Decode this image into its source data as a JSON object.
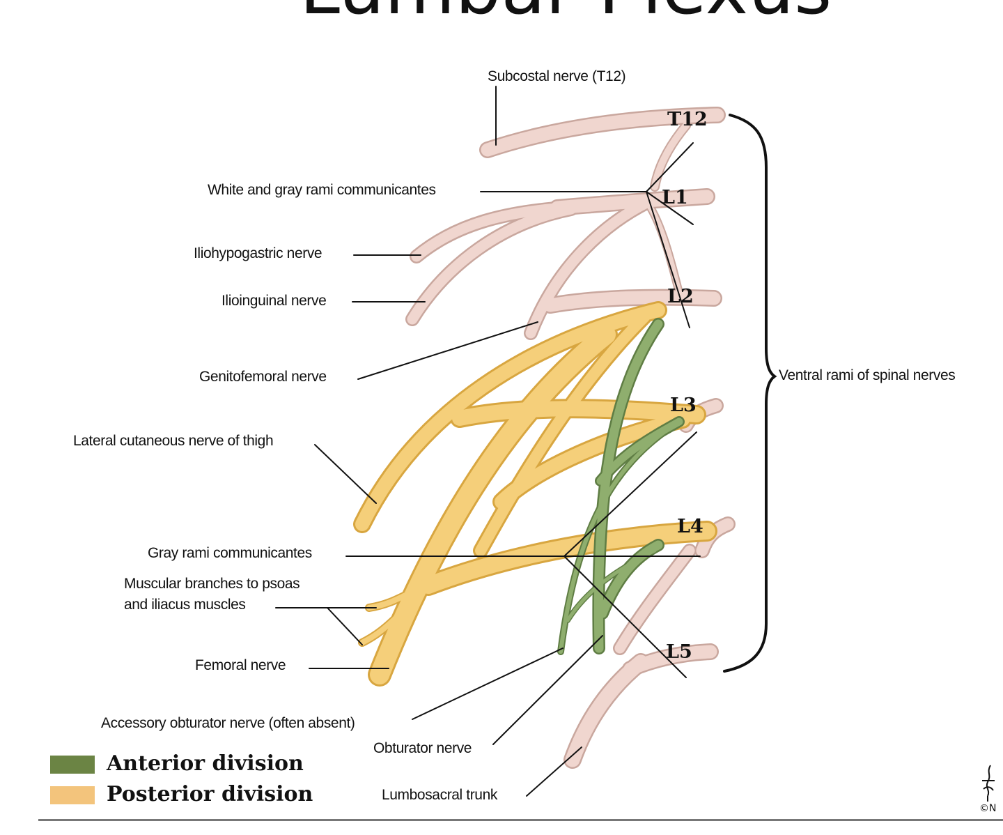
{
  "title": "Lumbar Plexus",
  "levels": {
    "t12": "T12",
    "l1": "L1",
    "l2": "L2",
    "l3": "L3",
    "l4": "L4",
    "l5": "L5"
  },
  "labels": {
    "subcostal": "Subcostal nerve (T12)",
    "rami_white_gray": "White and gray rami communicantes",
    "iliohypogastric": "Iliohypogastric nerve",
    "ilioinguinal": "Ilioinguinal nerve",
    "genitofemoral": "Genitofemoral nerve",
    "lateral_cutaneous": "Lateral cutaneous nerve of thigh",
    "gray_rami": "Gray rami communicantes",
    "muscular_line1": "Muscular branches to psoas",
    "muscular_line2": "and iliacus muscles",
    "femoral": "Femoral nerve",
    "accessory_obturator": "Accessory obturator nerve (often absent)",
    "obturator": "Obturator nerve",
    "lumbosacral": "Lumbosacral trunk",
    "ventral_rami": "Ventral rami of spinal nerves"
  },
  "legend": {
    "anterior": "Anterior division",
    "posterior": "Posterior division"
  },
  "colors": {
    "nerve_pink": "#f0d6cf",
    "nerve_pink_edge": "#c9a79e",
    "anterior_green": "#8fae6e",
    "anterior_edge": "#5f7d44",
    "posterior_yellow": "#f5cf7a",
    "posterior_edge": "#d8a640",
    "legend_anterior": "#6b8444",
    "legend_posterior": "#f3c47c",
    "leader": "#111111"
  },
  "logo_text": "©N"
}
